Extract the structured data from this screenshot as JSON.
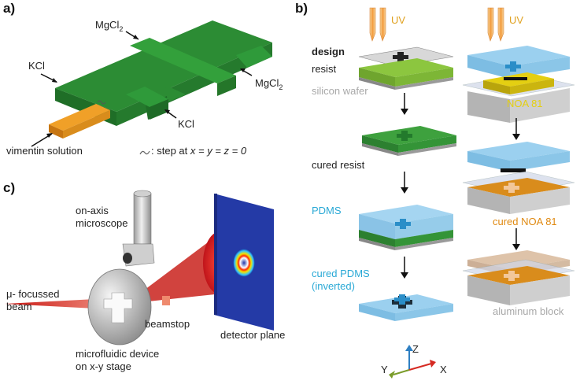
{
  "panels": {
    "a": "a)",
    "b": "b)",
    "c": "c)"
  },
  "panel_a": {
    "labels": {
      "mgcl2_top": "MgCl",
      "mgcl2_right": "MgCl",
      "sub2": "2",
      "kcl_left": "KCl",
      "kcl_bottom": "KCl",
      "vimentin": "vimentin solution",
      "step_note_pre": ": step at ",
      "step_note_eq": "x = y = z = 0"
    }
  },
  "panel_b": {
    "uv": "UV",
    "left_column": {
      "design": "design",
      "resist": "resist",
      "silicon": "silicon wafer",
      "cured_resist": "cured resist",
      "pdms": "PDMS",
      "cured_pdms_1": "cured PDMS",
      "cured_pdms_2": "(inverted)"
    },
    "right_column": {
      "noa81": "NOA 81",
      "cured_noa81": "cured NOA 81",
      "aluminum": "aluminum block"
    },
    "axes": {
      "z": "Z",
      "y": "Y",
      "x": "X"
    }
  },
  "panel_c": {
    "microscope_1": "on-axis",
    "microscope_2": "microscope",
    "beam_1": "μ- focussed",
    "beam_2": "beam",
    "beamstop": "beamstop",
    "detector": "detector plane",
    "device_1": "microfluidic device",
    "device_2": "on x-y stage"
  },
  "colors": {
    "green_channel": "#2f9a3a",
    "orange_channel": "#e09020",
    "pdms_blue": "#8cc8ea",
    "resist_green": "#8cc63f",
    "noa_orange": "#d98c1c",
    "beam_red": "#d7261e",
    "uv_orange": "#f3b23a"
  }
}
